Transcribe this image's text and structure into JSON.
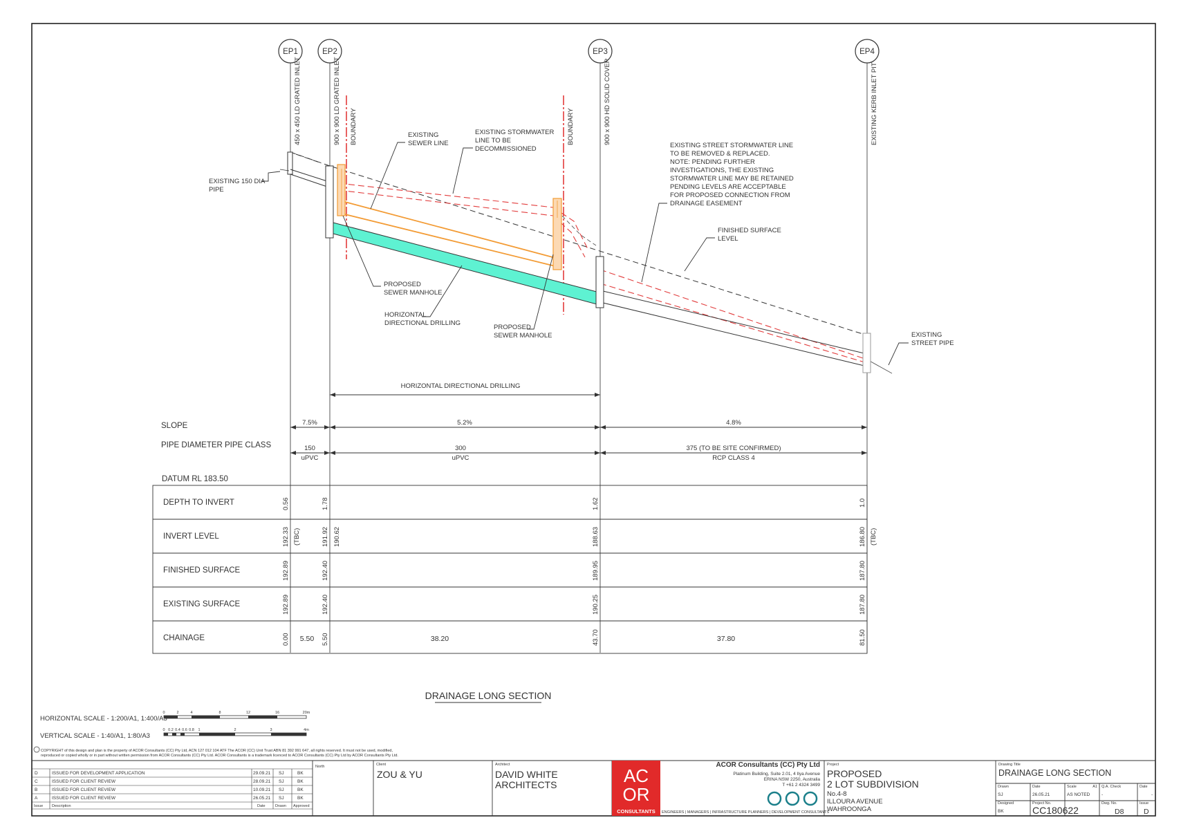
{
  "pits": [
    {
      "id": "EP1",
      "desc": "450 x 450 LD GRATED INLET"
    },
    {
      "id": "EP2",
      "desc": "900 x 900 LD GRATED INLET"
    },
    {
      "id": "EP3",
      "desc": "900 x 900 HD SOLID COVER"
    },
    {
      "id": "EP4",
      "desc": "EXISTING KERB INLET PIT"
    }
  ],
  "notes": {
    "boundary": "BOUNDARY",
    "existing_pipe": [
      "EXISTING 150 DIA",
      "PIPE"
    ],
    "existing_sewer": [
      "EXISTING",
      "SEWER LINE"
    ],
    "existing_stormwater": [
      "EXISTING STORMWATER",
      "LINE TO BE",
      "DECOMMISSIONED"
    ],
    "street_line": [
      "EXISTING STREET STORMWATER LINE",
      "TO BE REMOVED & REPLACED.",
      "NOTE: PENDING FURTHER",
      "INVESTIGATIONS, THE EXISTING",
      "STORMWATER LINE MAY BE  RETAINED",
      "PENDING LEVELS ARE ACCEPTABLE",
      "FOR PROPOSED CONNECTION FROM",
      "DRAINAGE EASEMENT"
    ],
    "finished_surface": [
      "FINISHED SURFACE",
      "LEVEL"
    ],
    "proposed_manhole": [
      "PROPOSED",
      "SEWER MANHOLE"
    ],
    "hdd": [
      "HORIZONTAL",
      "DIRECTIONAL DRILLING"
    ],
    "proposed_manhole2": [
      "PROPOSED",
      "SEWER MANHOLE"
    ],
    "street_pipe": [
      "EXISTING",
      "STREET PIPE"
    ],
    "hdd_span": "HORIZONTAL DIRECTIONAL DRILLING"
  },
  "table": {
    "slope_label": "SLOPE",
    "slopes": [
      "7.5%",
      "5.2%",
      "4.8%"
    ],
    "pipe_label": "PIPE DIAMETER PIPE CLASS",
    "pipe_dia": [
      "150",
      "300",
      "375 (TO BE SITE CONFIRMED)"
    ],
    "pipe_class": [
      "uPVC",
      "uPVC",
      "RCP CLASS 4"
    ],
    "datum": "DATUM RL 183.50",
    "rows": [
      {
        "label": "DEPTH TO INVERT",
        "values": [
          "0.56",
          "1.78",
          "1.62",
          "1.0"
        ]
      },
      {
        "label": "INVERT LEVEL",
        "values": [
          "192.33",
          "(TBC)",
          "191.92",
          "190.62",
          "188.63",
          "186.80",
          "(TBC)"
        ]
      },
      {
        "label": "FINISHED SURFACE",
        "values": [
          "192.89",
          "192.40",
          "189.95",
          "187.80"
        ]
      },
      {
        "label": "EXISTING SURFACE",
        "values": [
          "192.89",
          "192.40",
          "190.25",
          "187.80"
        ]
      },
      {
        "label": "CHAINAGE",
        "values": [
          "0.00",
          "5.50",
          "5.50",
          "38.20",
          "43.70",
          "37.80",
          "81.50"
        ]
      }
    ]
  },
  "title": "DRAINAGE LONG SECTION",
  "scales": {
    "h_label": "HORIZONTAL SCALE - 1:200/A1, 1:400/A3",
    "h_ticks": [
      "0",
      "2",
      "4",
      "8",
      "12",
      "16",
      "20m"
    ],
    "v_label": "VERTICAL SCALE - 1:40/A1, 1:80/A3",
    "v_ticks": [
      "0",
      "0.2",
      "0.4",
      "0.6",
      "0.8",
      "1",
      "2",
      "3",
      "4m"
    ]
  },
  "copyright": [
    "COPYRIGHT of this design and plan is the property of ACOR Consultants (CC) Pty Ltd, ACN 127 012 104 ATF The ACOR (CC) Unit Trust ABN 81 392 991 647, all rights reserved. It must not be used, modified,",
    "reproduced or copied wholly or in part without written permission from ACOR Consultants (CC) Pty Ltd. ACOR Consultants is a trademark licenced to ACOR Consultants (CC) Pty Ltd by ACOR Consultants Pty Ltd."
  ],
  "revisions": [
    {
      "issue": "D",
      "desc": "ISSUED FOR DEVELOPMENT APPLICATION",
      "date": "29.09.21",
      "drawn": "SJ",
      "approved": "BK"
    },
    {
      "issue": "C",
      "desc": "ISSUED FOR CLIENT REVIEW",
      "date": "28.09.21",
      "drawn": "SJ",
      "approved": "BK"
    },
    {
      "issue": "B",
      "desc": "ISSUED FOR CLIENT REVIEW",
      "date": "10.09.21",
      "drawn": "SJ",
      "approved": "BK"
    },
    {
      "issue": "A",
      "desc": "ISSUED FOR CLIENT REVIEW",
      "date": "26.05.21",
      "drawn": "SJ",
      "approved": "BK"
    }
  ],
  "rev_headers": {
    "issue": "Issue",
    "desc": "Description",
    "date": "Date",
    "drawn": "Drawn",
    "approved": "Approved",
    "north": "North"
  },
  "titleblock": {
    "client_label": "Client",
    "client": "ZOU & YU",
    "architect_label": "Architect",
    "architect": [
      "DAVID WHITE",
      "ARCHITECTS"
    ],
    "logo": [
      "AC",
      "OR",
      "CONSULTANTS"
    ],
    "company": "ACOR Consultants (CC) Pty Ltd",
    "address": [
      "Platinum Building, Suite 2.01, 4 Ilya Avenue",
      "ERINA NSW 2250, Australia",
      "T +61 2 4324 3499"
    ],
    "services": "ENGINEERS | MANAGERS | INFRASTRUCTURE PLANNERS | DEVELOPMENT CONSULTANTS",
    "project_label": "Project",
    "project": [
      "PROPOSED",
      "2 LOT SUBDIVISION"
    ],
    "address2": [
      "No.4-8",
      "ILLOURA AVENUE",
      "WAHROONGA"
    ],
    "drawing_title_label": "Drawing Title",
    "drawing_title": "DRAINAGE LONG SECTION",
    "drawn_label": "Drawn",
    "drawn": "SJ",
    "date_label": "Date",
    "date": "26.05.21",
    "scale_label": "Scale",
    "scale_size": "A1",
    "scale": "AS NOTED",
    "qa_label": "Q.A. Check",
    "qa": "-",
    "date2_label": "Date",
    "date2": "-",
    "designed_label": "Designed",
    "designed": "BK",
    "project_no_label": "Project No.",
    "project_no": "CC180622",
    "dwg_no_label": "Dwg. No.",
    "dwg_no": "D8",
    "issue_label": "Issue",
    "issue": "D"
  },
  "colors": {
    "sewer": "#f39b34",
    "hdd": "#5ef2d2",
    "stormwater": "#e23b3b",
    "line": "#333333"
  }
}
